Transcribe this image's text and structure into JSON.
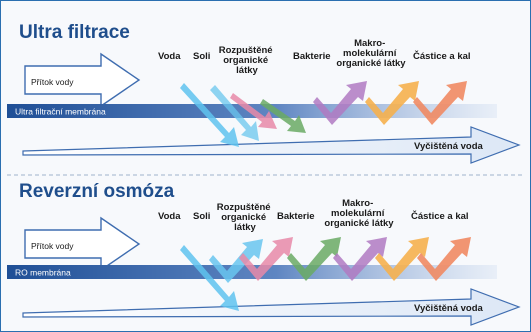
{
  "colors": {
    "title": "#1f4e8c",
    "membrane": "#2b5fa8",
    "voda": "#5fc3ef",
    "soli": "#69c6ee",
    "organic": "#e88aa8",
    "bakterie": "#6aaa64",
    "makro": "#b07ac2",
    "castice": "#f5b04e",
    "kal": "#f08a63"
  },
  "uf": {
    "title": "Ultra filtrace",
    "inflow": "Přítok vody",
    "membrane": "Ultra filtrační membrána",
    "outflow": "Vyčištěná voda",
    "labels": {
      "voda": "Voda",
      "soli": "Soli",
      "organic": [
        "Rozpuštěné",
        "organické",
        "látky"
      ],
      "bakterie": "Bakterie",
      "makro": [
        "Makro-",
        "molekulární",
        "organické látky"
      ],
      "castice": "Částice a kal"
    }
  },
  "ro": {
    "title": "Reverzní osmóza",
    "inflow": "Přítok vody",
    "membrane": "RO membrána",
    "outflow": "Vyčištěná voda",
    "labels": {
      "voda": "Voda",
      "soli": "Soli",
      "organic": [
        "Rozpuštěné",
        "organické",
        "látky"
      ],
      "bakterie": "Bakterie",
      "makro": [
        "Makro-",
        "molekulární",
        "organické látky"
      ],
      "castice": "Částice a kal"
    }
  }
}
